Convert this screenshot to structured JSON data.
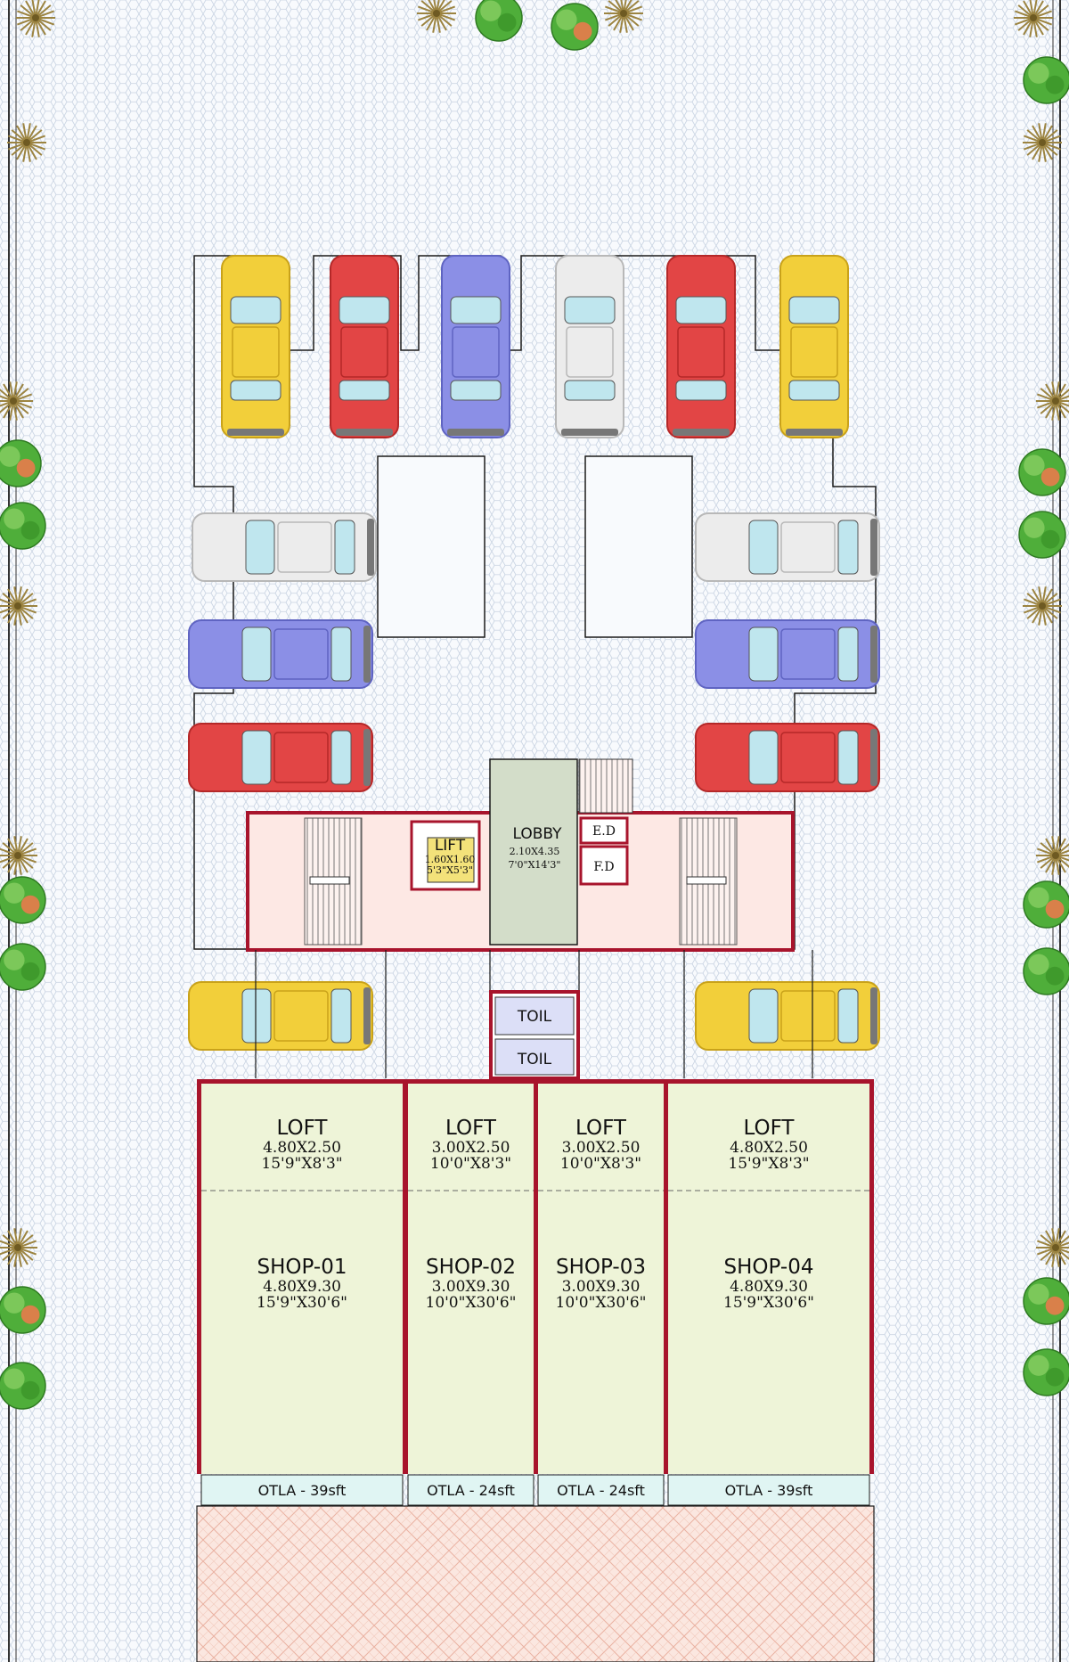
{
  "colors": {
    "ground": "#dfe8f2",
    "outline": "#1a1a1a",
    "building_wall": "#a8142c",
    "shop_fill": "#eef4d8",
    "otla_fill": "#e0f5f3",
    "lobby_fill": "#d3ddc9",
    "core_fill": "#fde8e4",
    "toilet_fill": "#dcdff7",
    "lift_fill": "#f3e27a",
    "paving": "#f8ddd4",
    "tree_green": "#4fae3a",
    "tree_palm": "#a89250"
  },
  "parking": {
    "cars": [
      {
        "color": "yellow",
        "orientation": "vertical"
      },
      {
        "color": "red",
        "orientation": "vertical"
      },
      {
        "color": "blue",
        "orientation": "vertical"
      },
      {
        "color": "white",
        "orientation": "vertical"
      },
      {
        "color": "red",
        "orientation": "vertical"
      },
      {
        "color": "yellow",
        "orientation": "vertical"
      },
      {
        "color": "white",
        "orientation": "horizontal"
      },
      {
        "color": "blue",
        "orientation": "horizontal"
      },
      {
        "color": "red",
        "orientation": "horizontal"
      },
      {
        "color": "white",
        "orientation": "horizontal"
      },
      {
        "color": "blue",
        "orientation": "horizontal"
      },
      {
        "color": "red",
        "orientation": "horizontal"
      },
      {
        "color": "yellow",
        "orientation": "horizontal"
      },
      {
        "color": "yellow",
        "orientation": "horizontal"
      }
    ]
  },
  "core": {
    "lift": {
      "title": "LIFT",
      "size_m": "1.60X1.60",
      "size_ft": "5'3\"X5'3\""
    },
    "lobby": {
      "title": "LOBBY",
      "size_m": "2.10X4.35",
      "size_ft": "7'0\"X14'3\""
    },
    "ed": "E.D",
    "fd": "F.D"
  },
  "toilets": [
    "TOIL",
    "TOIL"
  ],
  "shops": [
    {
      "loft": "LOFT",
      "loft_m": "4.80X2.50",
      "loft_ft": "15'9\"X8'3\"",
      "name": "SHOP-01",
      "shop_m": "4.80X9.30",
      "shop_ft": "15'9\"X30'6\"",
      "otla": "OTLA - 39sft"
    },
    {
      "loft": "LOFT",
      "loft_m": "3.00X2.50",
      "loft_ft": "10'0\"X8'3\"",
      "name": "SHOP-02",
      "shop_m": "3.00X9.30",
      "shop_ft": "10'0\"X30'6\"",
      "otla": "OTLA - 24sft"
    },
    {
      "loft": "LOFT",
      "loft_m": "3.00X2.50",
      "loft_ft": "10'0\"X8'3\"",
      "name": "SHOP-03",
      "shop_m": "3.00X9.30",
      "shop_ft": "10'0\"X30'6\"",
      "otla": "OTLA - 24sft"
    },
    {
      "loft": "LOFT",
      "loft_m": "4.80X2.50",
      "loft_ft": "15'9\"X8'3\"",
      "name": "SHOP-04",
      "shop_m": "4.80X9.30",
      "shop_ft": "15'9\"X30'6\"",
      "otla": "OTLA - 39sft"
    }
  ]
}
